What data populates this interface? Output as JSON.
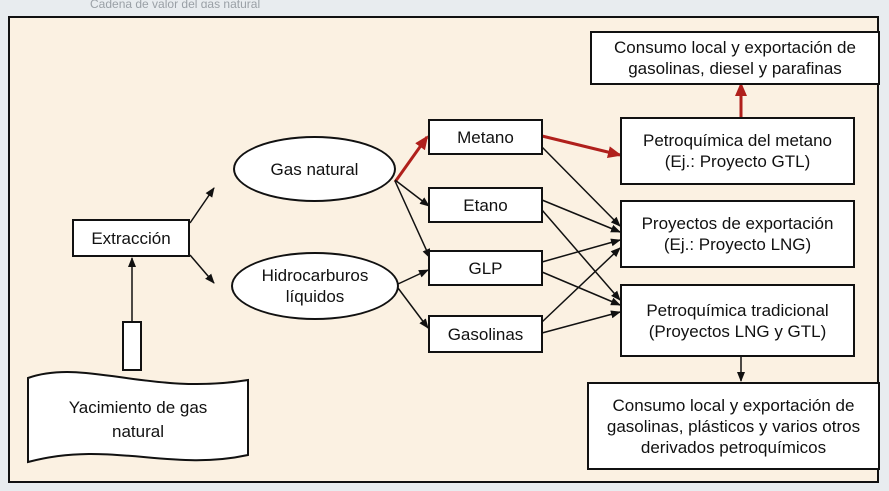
{
  "header": {
    "caption": "Cadena de valor del gas natural"
  },
  "colors": {
    "background": "#fbf1e2",
    "box_fill": "#ffffff",
    "stroke": "#111111",
    "highlight_arrow": "#b0201c"
  },
  "nodes": {
    "yacimiento": "Yacimiento de gas\nnatural",
    "extraccion": "Extracción",
    "gas_natural": "Gas natural",
    "hidrocarburos": "Hidrocarburos\nlíquidos",
    "metano": "Metano",
    "etano": "Etano",
    "glp": "GLP",
    "gasolinas": "Gasolinas",
    "petroquimica_metano": "Petroquímica del metano\n(Ej.: Proyecto GTL)",
    "proyectos_exportacion": "Proyectos de exportación\n(Ej.: Proyecto LNG)",
    "petroquimica_tradicional": "Petroquímica tradicional\n(Proyectos LNG y GTL)",
    "consumo_top": "Consumo local y exportación de\ngasolinas, diesel y parafinas",
    "consumo_bottom": "Consumo local y exportación de\ngasolinas, plásticos y varios otros\nderivados petroquímicos"
  }
}
